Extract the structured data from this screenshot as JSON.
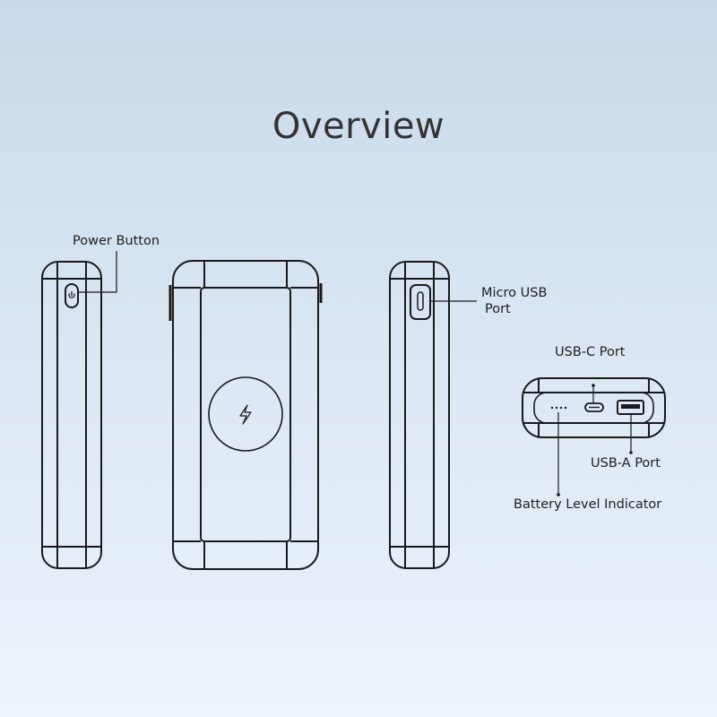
{
  "title": "Overview",
  "labels": {
    "power_button": "Power Button",
    "micro_usb_line1": "Micro USB",
    "micro_usb_line2": "Port",
    "usb_c": "USB-C Port",
    "usb_a": "USB-A Port",
    "battery_indicator": "Battery Level Indicator"
  },
  "icons": {
    "wireless_charging": "lightning-bolt-icon",
    "power": "power-icon"
  },
  "colors": {
    "line": "#1a1a1a",
    "background_top": "#c9d9e9",
    "background_bottom": "#ecf3fa"
  }
}
